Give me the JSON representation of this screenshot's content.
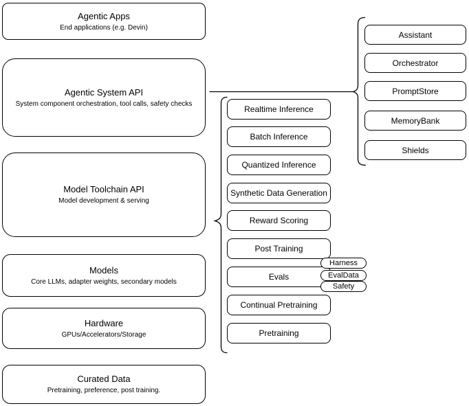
{
  "app": {
    "background_color": "#ffffff",
    "stroke_color": "#000000",
    "node_fill_color": "#ffffff",
    "text_color": "#000000"
  },
  "left_stack": [
    {
      "title": "Agentic Apps",
      "subtitle": "End applications (e.g. Devin)"
    },
    {
      "title": "Agentic System API",
      "subtitle": "System component orchestration, tool calls, safety checks"
    },
    {
      "title": "Model Toolchain API",
      "subtitle": "Model development & serving"
    },
    {
      "title": "Models",
      "subtitle": "Core LLMs, adapter weights, secondary models"
    },
    {
      "title": "Hardware",
      "subtitle": "GPUs/Accelerators/Storage"
    },
    {
      "title": "Curated Data",
      "subtitle": "Pretraining, preference, post training."
    }
  ],
  "toolchain_services": [
    "Realtime Inference",
    "Batch Inference",
    "Quantized Inference",
    "Synthetic Data Generation",
    "Reward Scoring",
    "Post Training",
    "Evals",
    "Continual Pretraining",
    "Pretraining"
  ],
  "eval_tags": [
    "Harness",
    "EvalData",
    "Safety"
  ],
  "system_components": [
    "Assistant",
    "Orchestrator",
    "PromptStore",
    "MemoryBank",
    "Shields"
  ]
}
